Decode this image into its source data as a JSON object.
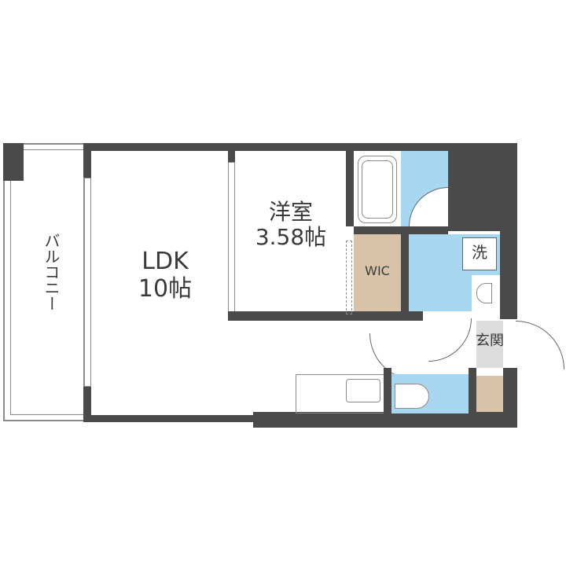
{
  "floorplan": {
    "rooms": {
      "balcony": {
        "label": "バルコニー"
      },
      "ldk": {
        "name": "LDK",
        "size": "10帖"
      },
      "western_room": {
        "name": "洋室",
        "size": "3.58帖"
      },
      "wic": {
        "label": "WIC"
      },
      "washer": {
        "label": "洗"
      },
      "entrance": {
        "label": "玄関"
      }
    },
    "colors": {
      "wall": "#4a4a4a",
      "wet_area": "#a8d8f0",
      "storage": "#d9c3a8",
      "entrance_floor": "#dcdcdc"
    }
  }
}
